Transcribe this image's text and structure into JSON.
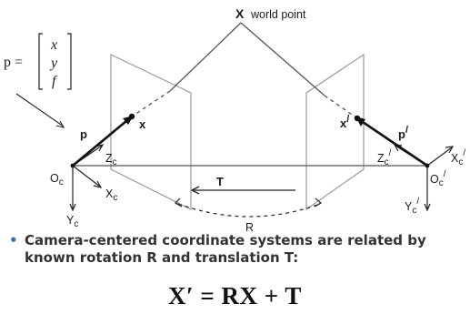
{
  "diagram": {
    "world_point": {
      "symbol": "X",
      "label": "world point"
    },
    "p_vector_eq": {
      "lhs": "p =",
      "entries": [
        "x",
        "y",
        "f"
      ]
    },
    "left_camera": {
      "vector_label": "p",
      "point_label": "x",
      "z_axis": "Z",
      "z_sub": "c",
      "x_axis": "X",
      "x_sub": "c",
      "y_axis": "Y",
      "y_sub": "c",
      "origin": "O",
      "origin_sub": "c"
    },
    "right_camera": {
      "vector_label": "p",
      "vector_prime": "/",
      "point_label": "x",
      "point_prime": "/",
      "z_axis": "Z",
      "z_sub": "c",
      "z_prime": "/",
      "x_axis": "X",
      "x_sub": "c",
      "x_prime": "/",
      "y_axis": "Y",
      "y_sub": "c",
      "y_prime": "/",
      "origin": "O",
      "origin_sub": "c",
      "origin_prime": "/"
    },
    "translation_label": "T",
    "rotation_label": "R",
    "colors": {
      "ink": "#1a1a1a",
      "line": "#555555",
      "plane": "#9a9a9a",
      "bullet": "#3b6fb0"
    }
  },
  "caption": {
    "bullet_text": "Camera-centered coordinate systems are related by known rotation R and translation T:",
    "equation": "X′ = RX + T"
  }
}
